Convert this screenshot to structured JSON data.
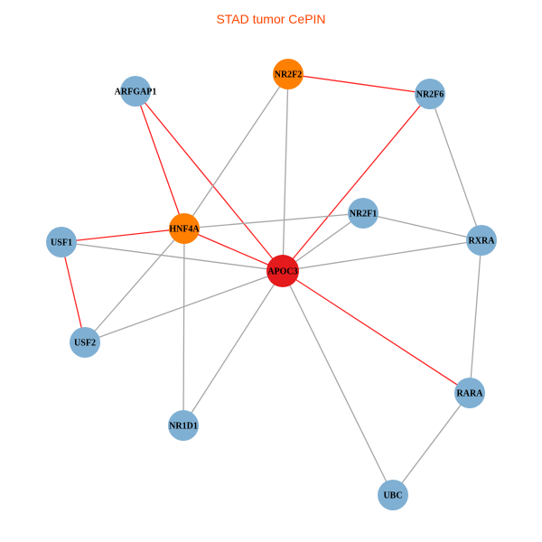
{
  "title": "STAD tumor CePIN",
  "colors": {
    "hub": "#e41a1c",
    "key": "#ff7f00",
    "other": "#7fb0d3",
    "red_edge": "#ff2222",
    "gray_edge": "#a6a6a6"
  },
  "nodes": [
    {
      "id": "NR2F2",
      "label": "NR2F2",
      "type": "key"
    },
    {
      "id": "ARFGAP1",
      "label": "ARFGAP1",
      "type": "other"
    },
    {
      "id": "NR2F6",
      "label": "NR2F6",
      "type": "other"
    },
    {
      "id": "HNF4A",
      "label": "HNF4A",
      "type": "key"
    },
    {
      "id": "NR2F1",
      "label": "NR2F1",
      "type": "other"
    },
    {
      "id": "USF1",
      "label": "USF1",
      "type": "other"
    },
    {
      "id": "RXRA",
      "label": "RXRA",
      "type": "other"
    },
    {
      "id": "APOC3",
      "label": "APOC3",
      "type": "hub"
    },
    {
      "id": "USF2",
      "label": "USF2",
      "type": "other"
    },
    {
      "id": "RARA",
      "label": "RARA",
      "type": "other"
    },
    {
      "id": "NR1D1",
      "label": "NR1D1",
      "type": "other"
    },
    {
      "id": "UBC",
      "label": "UBC",
      "type": "other"
    }
  ],
  "edges": [
    [
      "NR2F2",
      "NR2F6",
      "red"
    ],
    [
      "ARFGAP1",
      "HNF4A",
      "red"
    ],
    [
      "ARFGAP1",
      "APOC3",
      "red"
    ],
    [
      "NR2F6",
      "APOC3",
      "red"
    ],
    [
      "USF1",
      "HNF4A",
      "red"
    ],
    [
      "HNF4A",
      "APOC3",
      "red"
    ],
    [
      "USF1",
      "USF2",
      "red"
    ],
    [
      "APOC3",
      "RARA",
      "red"
    ],
    [
      "NR2F2",
      "HNF4A",
      "gray"
    ],
    [
      "NR2F2",
      "APOC3",
      "gray"
    ],
    [
      "NR2F6",
      "RXRA",
      "gray"
    ],
    [
      "HNF4A",
      "NR2F1",
      "gray"
    ],
    [
      "NR2F1",
      "APOC3",
      "gray"
    ],
    [
      "NR2F1",
      "RXRA",
      "gray"
    ],
    [
      "USF1",
      "APOC3",
      "gray"
    ],
    [
      "RXRA",
      "APOC3",
      "gray"
    ],
    [
      "USF2",
      "APOC3",
      "gray"
    ],
    [
      "HNF4A",
      "USF2",
      "gray"
    ],
    [
      "HNF4A",
      "NR1D1",
      "gray"
    ],
    [
      "APOC3",
      "NR1D1",
      "gray"
    ],
    [
      "APOC3",
      "UBC",
      "gray"
    ],
    [
      "RXRA",
      "RARA",
      "gray"
    ],
    [
      "RARA",
      "UBC",
      "gray"
    ]
  ]
}
